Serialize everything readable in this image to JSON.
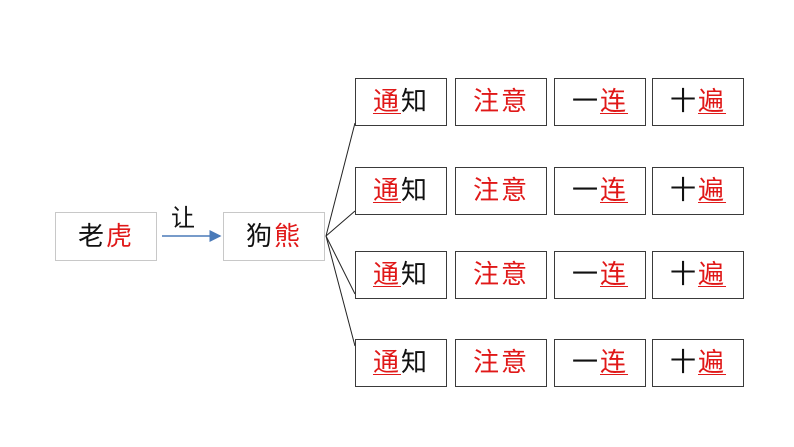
{
  "source": {
    "chars": [
      {
        "t": "老",
        "c": "black"
      },
      {
        "t": "虎",
        "c": "red"
      }
    ]
  },
  "verb": "让",
  "target": {
    "chars": [
      {
        "t": "狗",
        "c": "black"
      },
      {
        "t": "熊",
        "c": "red"
      }
    ]
  },
  "rows": [
    [
      {
        "chars": [
          {
            "t": "通",
            "c": "red",
            "u": true
          },
          {
            "t": "知",
            "c": "black"
          }
        ]
      },
      {
        "chars": [
          {
            "t": "注",
            "c": "red"
          },
          {
            "t": "意",
            "c": "red"
          }
        ]
      },
      {
        "chars": [
          {
            "t": "一",
            "c": "black"
          },
          {
            "t": "连",
            "c": "red",
            "u": true
          }
        ]
      },
      {
        "chars": [
          {
            "t": "十",
            "c": "black"
          },
          {
            "t": "遍",
            "c": "red",
            "u": true
          }
        ]
      }
    ],
    [
      {
        "chars": [
          {
            "t": "通",
            "c": "red",
            "u": true
          },
          {
            "t": "知",
            "c": "black"
          }
        ]
      },
      {
        "chars": [
          {
            "t": "注",
            "c": "red"
          },
          {
            "t": "意",
            "c": "red"
          }
        ]
      },
      {
        "chars": [
          {
            "t": "一",
            "c": "black"
          },
          {
            "t": "连",
            "c": "red",
            "u": true
          }
        ]
      },
      {
        "chars": [
          {
            "t": "十",
            "c": "black"
          },
          {
            "t": "遍",
            "c": "red",
            "u": true
          }
        ]
      }
    ],
    [
      {
        "chars": [
          {
            "t": "通",
            "c": "red",
            "u": true
          },
          {
            "t": "知",
            "c": "black"
          }
        ]
      },
      {
        "chars": [
          {
            "t": "注",
            "c": "red"
          },
          {
            "t": "意",
            "c": "red"
          }
        ]
      },
      {
        "chars": [
          {
            "t": "一",
            "c": "black"
          },
          {
            "t": "连",
            "c": "red",
            "u": true
          }
        ]
      },
      {
        "chars": [
          {
            "t": "十",
            "c": "black"
          },
          {
            "t": "遍",
            "c": "red",
            "u": true
          }
        ]
      }
    ],
    [
      {
        "chars": [
          {
            "t": "通",
            "c": "red",
            "u": true
          },
          {
            "t": "知",
            "c": "black"
          }
        ]
      },
      {
        "chars": [
          {
            "t": "注",
            "c": "red"
          },
          {
            "t": "意",
            "c": "red"
          }
        ]
      },
      {
        "chars": [
          {
            "t": "一",
            "c": "black"
          },
          {
            "t": "连",
            "c": "red",
            "u": true
          }
        ]
      },
      {
        "chars": [
          {
            "t": "十",
            "c": "black"
          },
          {
            "t": "遍",
            "c": "red",
            "u": true
          }
        ]
      }
    ]
  ],
  "colors": {
    "red": "#e01818",
    "black": "#111111",
    "arrow": "#4a7ab8",
    "line": "#222222"
  }
}
